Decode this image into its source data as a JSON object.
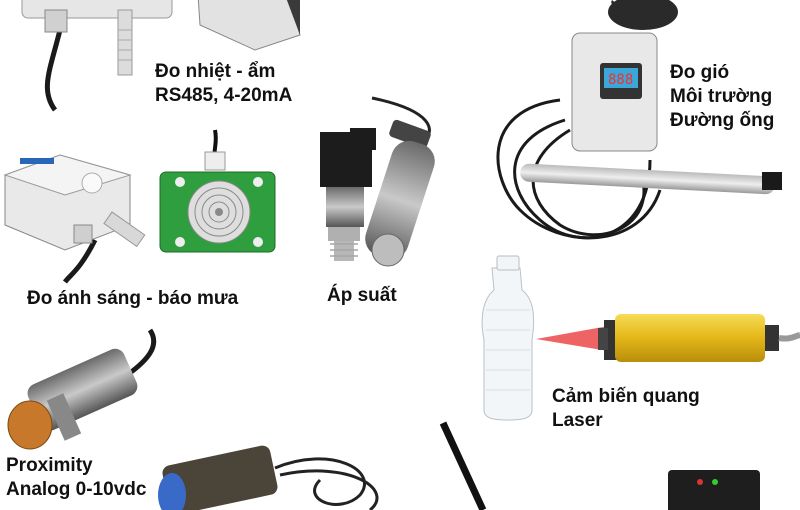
{
  "labels": {
    "temp_humidity": [
      "Đo nhiệt - ẩm",
      "RS485, 4-20mA"
    ],
    "wind": [
      "Đo gió",
      "Môi trường",
      "Đường ống"
    ],
    "light_rain": [
      "Đo ánh sáng - báo mưa"
    ],
    "pressure": [
      "Áp suất"
    ],
    "optical": [
      "Cảm biến quang",
      "Laser"
    ],
    "proximity": [
      "Proximity",
      "Analog 0-10vdc"
    ]
  },
  "colors": {
    "sensor_white": "#eeeeee",
    "cable": "#1a1a1a",
    "rain_board": "#2e9e3e",
    "laser_body": "#e8c21a",
    "laser_beam": "#e83030",
    "copper": "#c8782a",
    "metal": "#9a9a9a"
  }
}
